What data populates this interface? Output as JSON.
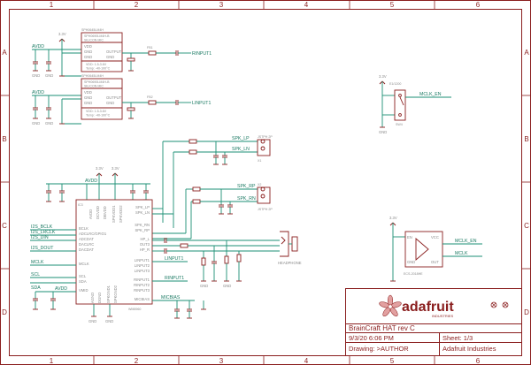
{
  "frame": {
    "columns": [
      "1",
      "2",
      "3",
      "4",
      "5",
      "6"
    ],
    "rows": [
      "A",
      "B",
      "C",
      "D"
    ]
  },
  "title_block": {
    "brand": "adafruit",
    "brand_tagline": "INDUSTRIES",
    "project": "BrainCraft HAT rev C",
    "date": "9/3/20 6:06 PM",
    "sheet": "Sheet: 1/3",
    "drawing": "Drawing: >AUTHOR",
    "company": "Adafruit Industries"
  },
  "mics": [
    {
      "header": "SPH0645LM4H",
      "line1": "SPH0690LM4H-B",
      "line2": "SILICON MIC",
      "vdd": "VDD: 1.5-3.6V",
      "temp": "Temp: -40-100°C"
    },
    {
      "header": "SPH0645LM4H",
      "line1": "SPH0690LM4H-B",
      "line2": "SILICON MIC",
      "vdd": "VDD: 1.5-3.6V",
      "temp": "Temp: -40-100°C"
    }
  ],
  "mic_pins": [
    "VDD",
    "GND",
    "GND",
    "OUTPUT",
    "GND"
  ],
  "nets": {
    "avdd": "AVDD",
    "rinput1": "RINPUT1",
    "linput1": "LINPUT1",
    "mclk_en": "MCLK_EN",
    "mclk": "MCLK",
    "spk_lp": "SPK_LP",
    "spk_ln": "SPK_LN",
    "spk_rn": "SPK_RN",
    "spk_rp": "SPK_RP",
    "i2s_bclk": "I2S_BCLK",
    "i2s_lrclk": "I2S_LRCLK",
    "i2s_din": "I2S_DIN",
    "i2s_dout": "I2S_DOUT",
    "mclk_in": "MCLK",
    "scl": "SCL",
    "sda": "SDA",
    "micbias": "MICBIAS",
    "v3": "3.3V",
    "gnd": "GND",
    "headphone": "HEADPHONE"
  },
  "codec": {
    "ref": "IC3",
    "name": "WM8960",
    "left_pins": [
      "BCLK",
      "ADCLRC/GPIO1",
      "ADCDAT",
      "DACLRC",
      "DACDAT",
      "MCLK",
      "SCL",
      "SDA",
      "VMID"
    ],
    "right_pins": [
      "SPK_LP",
      "SPK_LN",
      "SPK_RN",
      "SPK_RP",
      "HP_L",
      "OUT3",
      "HP_R",
      "LINPUT1",
      "LINPUT2",
      "LINPUT3",
      "RINPUT1",
      "RINPUT2",
      "RINPUT3",
      "MICBIAS"
    ],
    "top_pins": [
      "AVDD",
      "DCVDD",
      "DBVDD",
      "SPKVDD1",
      "SPKVDD2"
    ],
    "bottom_pins": [
      "AGND",
      "DGND",
      "SPKGND1",
      "SPKGND2"
    ]
  },
  "speaker_connectors": [
    {
      "title": "JSTPH 2P",
      "ref": "X1"
    },
    {
      "title": "JSTPH 2P",
      "ref": "X2"
    }
  ],
  "oscillator": {
    "ref": "ECS-2018HE",
    "pins": [
      "EN",
      "GND",
      "VCC",
      "OUT"
    ]
  },
  "switch": {
    "ref": "SW4",
    "label": "E1/1200"
  }
}
